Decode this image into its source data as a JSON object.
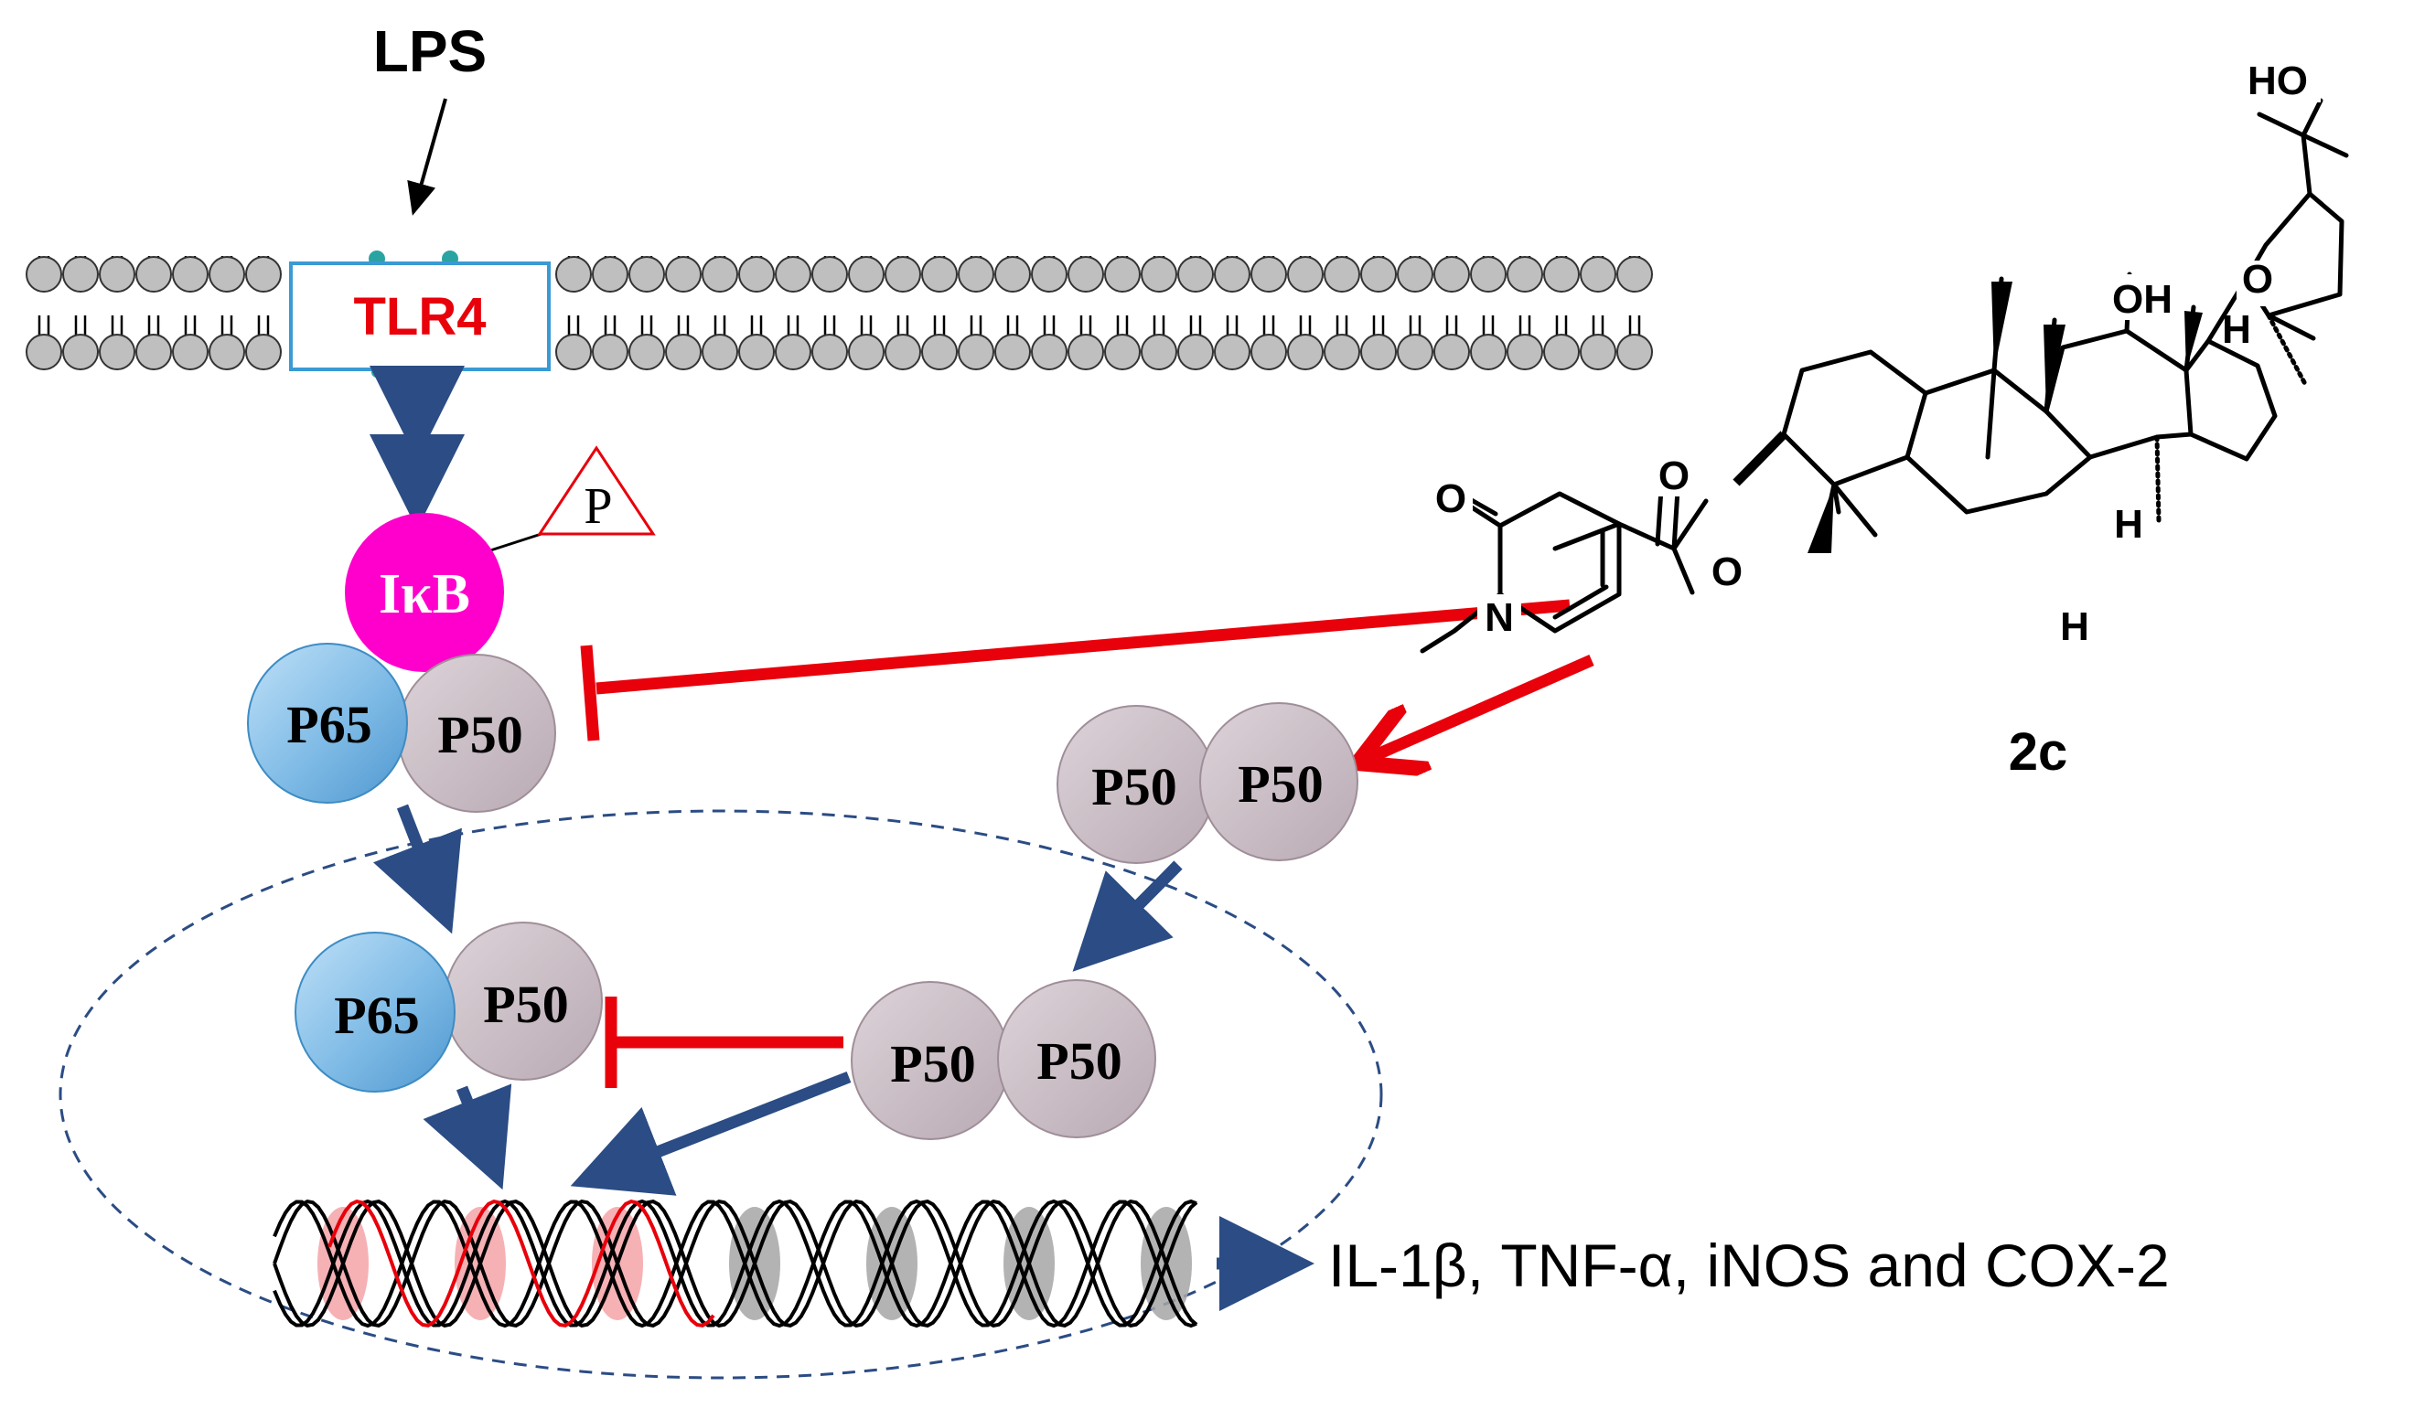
{
  "stimulus": {
    "label": "LPS"
  },
  "receptor": {
    "label": "TLR4"
  },
  "inhibitor_protein": {
    "label": "IκB",
    "phospho_label": "P"
  },
  "cytoplasm_dimer": {
    "left": "P65",
    "right": "P50"
  },
  "homodimer_cytoplasm": {
    "left": "P50",
    "right": "P50"
  },
  "nucleus_heterodimer": {
    "left": "P65",
    "right": "P50"
  },
  "nucleus_homodimer": {
    "left": "P50",
    "right": "P50"
  },
  "output": {
    "label": "IL-1β, TNF-α, iNOS and COX-2"
  },
  "compound": {
    "name": "2c",
    "atoms": {
      "ho_top": "HO",
      "ring_o": "O",
      "oh": "OH",
      "h1": "H",
      "h2": "H",
      "h3": "H",
      "ester_o_carbonyl": "O",
      "ester_o": "O",
      "pyridone_o": "O",
      "pyridone_n": "N"
    }
  },
  "colors": {
    "activation_arrow": "#2b4c84",
    "inhibition": "#e8000b",
    "p65": "#5aa3d8",
    "p50": "#c9bcc4",
    "ikb": "#ff00cc",
    "membrane_head": "#bfbfbf"
  }
}
